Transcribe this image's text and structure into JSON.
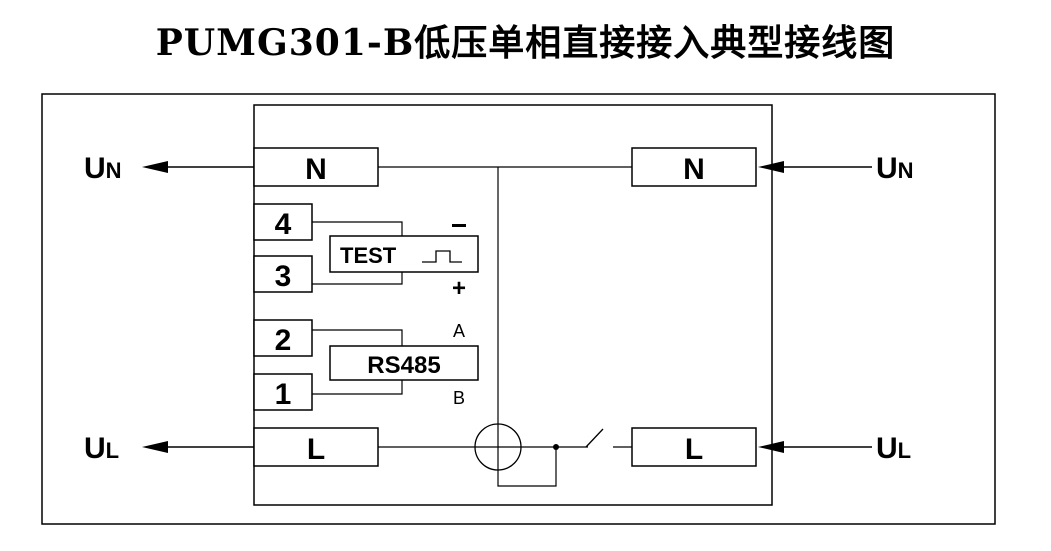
{
  "title": "PUMG301-B低压单相直接接入典型接线图",
  "terminals": {
    "n_left": "N",
    "n_right": "N",
    "t4": "4",
    "t3": "3",
    "t2": "2",
    "t1": "1",
    "l_left": "L",
    "l_right": "L"
  },
  "modules": {
    "test_label": "TEST",
    "test_minus": "-",
    "test_plus": "+",
    "rs485_label": "RS485",
    "rs485_a": "A",
    "rs485_b": "B"
  },
  "external": {
    "un_left_main": "U",
    "un_left_sub": "N",
    "un_right_main": "U",
    "un_right_sub": "N",
    "ul_left_main": "U",
    "ul_left_sub": "L",
    "ul_right_main": "U",
    "ul_right_sub": "L"
  }
}
